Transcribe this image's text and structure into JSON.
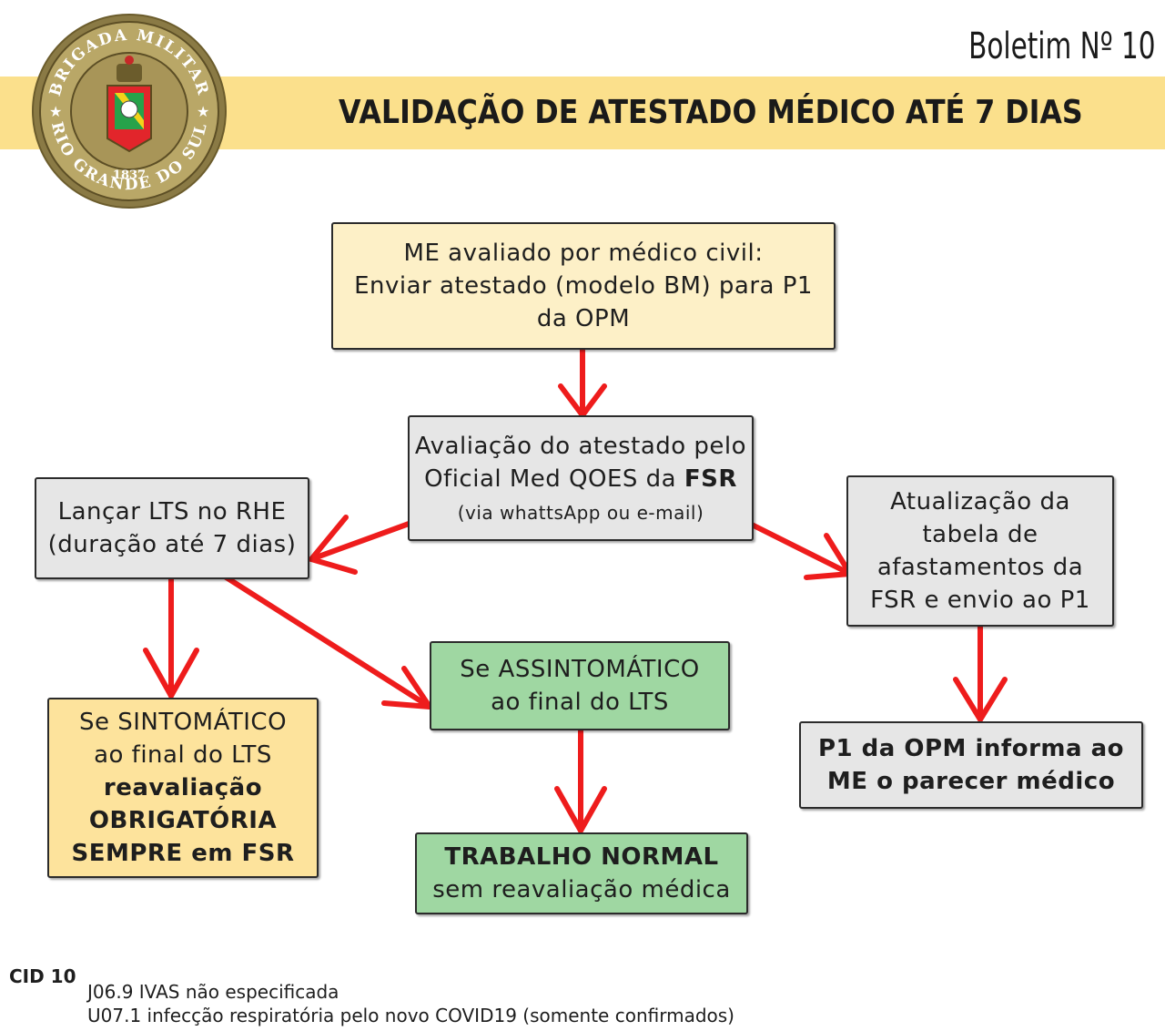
{
  "header": {
    "title": "VALIDAÇÃO DE ATESTADO MÉDICO ATÉ 7 DIAS",
    "bulletin": "Boletim Nº 10",
    "seal": {
      "top_text": "BRIGADA MILITAR",
      "bottom_text": "RIO GRANDE DO SUL",
      "year": "1837"
    }
  },
  "colors": {
    "banner": "#fbe08c",
    "arrow": "#ee1c1c",
    "cream_box": "#fdf0c7",
    "grey_box": "#e6e6e6",
    "green_box": "#9fd7a2",
    "yellow_box": "#fde39c"
  },
  "nodes": {
    "start": {
      "lines": [
        "ME avaliado por médico civil:",
        "Enviar atestado (modelo BM) para P1",
        "da OPM"
      ]
    },
    "evaluation": {
      "line1": "Avaliação do atestado pelo",
      "line2_prefix": "Oficial Med QOES da ",
      "line2_bold": "FSR",
      "note": "(via whattsApp ou e-mail)"
    },
    "lts": {
      "lines": [
        "Lançar LTS no RHE",
        "(duração até 7 dias)"
      ]
    },
    "update": {
      "lines": [
        "Atualização da",
        "tabela de",
        "afastamentos da",
        "FSR e envio ao P1"
      ]
    },
    "asymptomatic": {
      "lines": [
        "Se ASSINTOMÁTICO",
        "ao final do LTS"
      ]
    },
    "symptomatic": {
      "lines": [
        "Se SINTOMÁTICO",
        "ao final do LTS"
      ],
      "bold_lines": [
        "reavaliação",
        "OBRIGATÓRIA",
        "SEMPRE em FSR"
      ]
    },
    "normal": {
      "bold_line": "TRABALHO NORMAL",
      "line": "sem reavaliação médica"
    },
    "inform": {
      "lines": [
        "P1 da OPM informa ao",
        "ME o parecer médico"
      ]
    }
  },
  "edges": [
    {
      "from": "start",
      "to": "evaluation"
    },
    {
      "from": "evaluation",
      "to": "lts"
    },
    {
      "from": "evaluation",
      "to": "update"
    },
    {
      "from": "lts",
      "to": "symptomatic"
    },
    {
      "from": "lts",
      "to": "asymptomatic"
    },
    {
      "from": "asymptomatic",
      "to": "normal"
    },
    {
      "from": "update",
      "to": "inform"
    }
  ],
  "footer": {
    "label": "CID 10",
    "codes": [
      "J06.9 IVAS não especificada",
      "U07.1 infecção respiratória pelo novo COVID19 (somente confirmados)"
    ]
  }
}
